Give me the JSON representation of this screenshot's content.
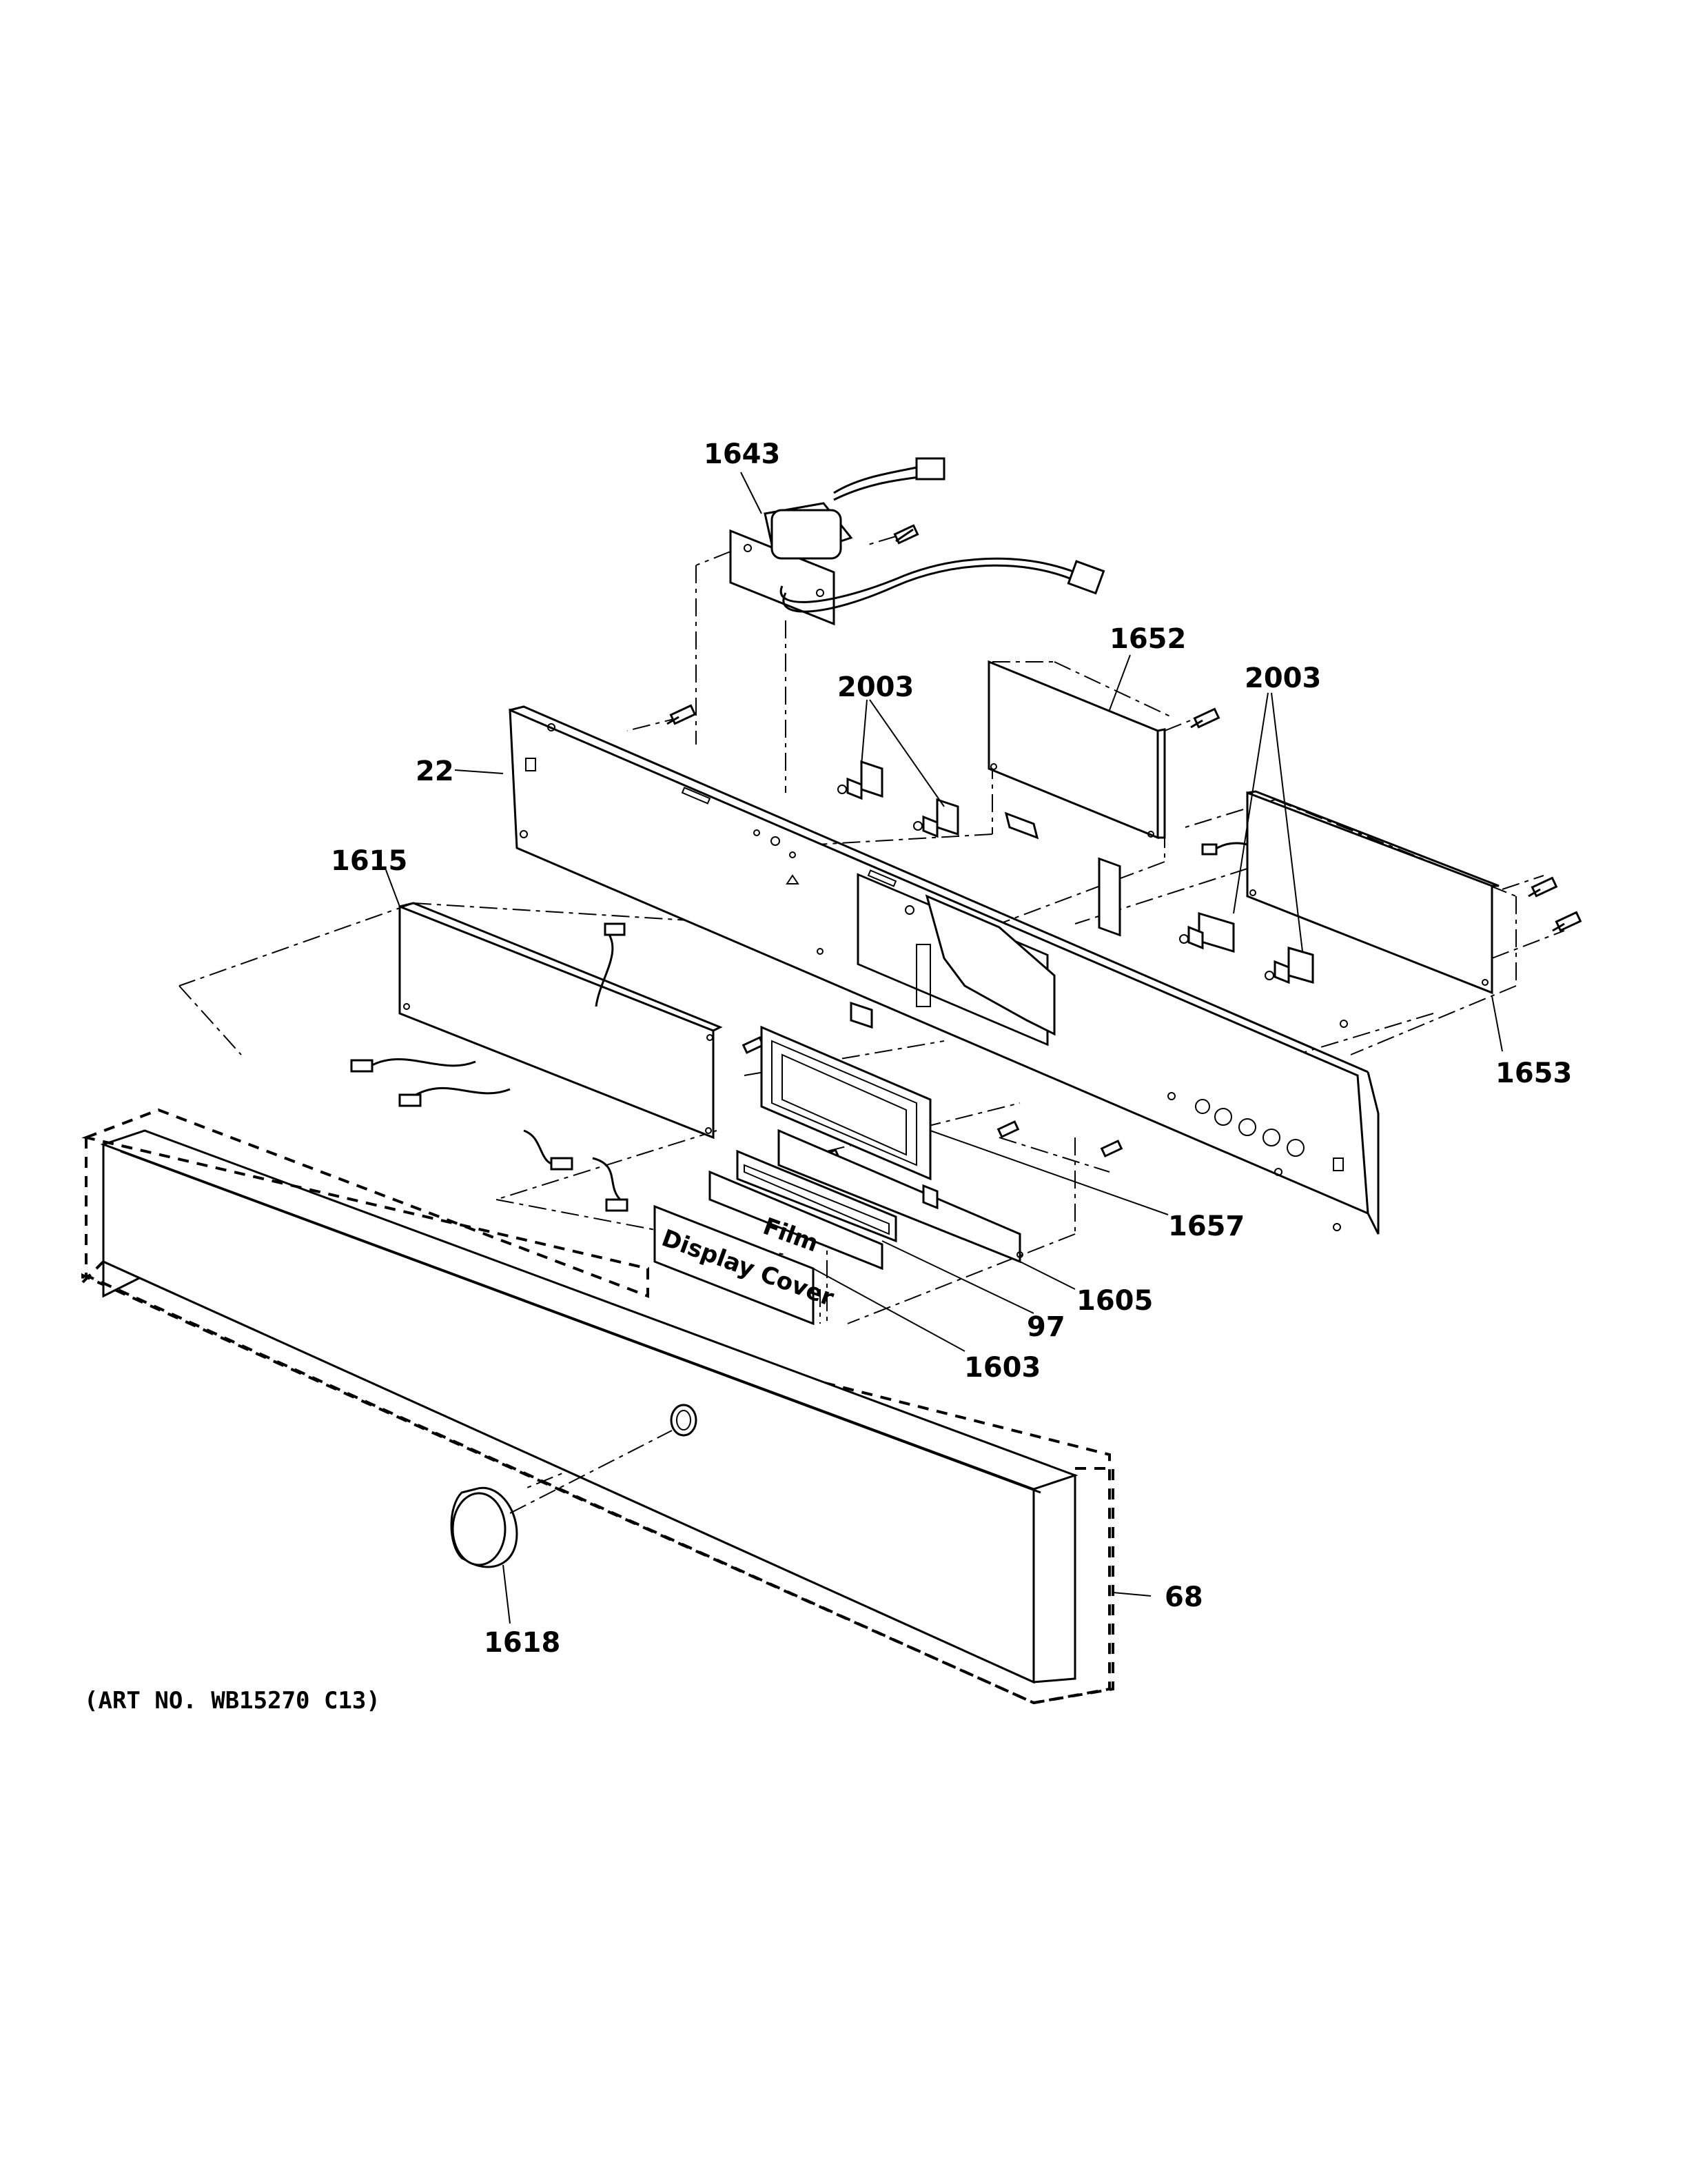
{
  "callouts": {
    "c1643": "1643",
    "c1652": "1652",
    "c2003a": "2003",
    "c2003b": "2003",
    "c22": "22",
    "c1615": "1615",
    "c1653": "1653",
    "c1657": "1657",
    "c1605": "1605",
    "c97": "97",
    "c1603": "1603",
    "c68": "68",
    "c1618": "1618"
  },
  "part_labels": {
    "film": "Film",
    "display_cover": "Display Cover"
  },
  "art_number": "(ART NO. WB15270 C13)"
}
